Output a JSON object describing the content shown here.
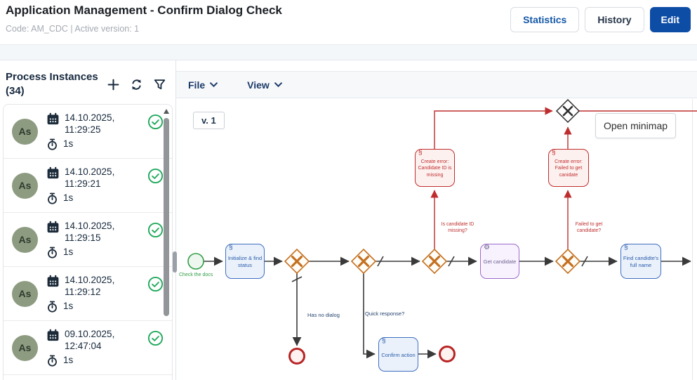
{
  "header": {
    "title": "Application Management - Confirm Dialog Check",
    "subtitle": "Code: AM_CDC | Active version: 1",
    "buttons": {
      "statistics": "Statistics",
      "history": "History",
      "edit": "Edit"
    }
  },
  "sidebar": {
    "title": "Process Instances (34)",
    "instances": [
      {
        "avatar": "As",
        "date": "14.10.2025, 11:29:25",
        "duration": "1s",
        "status": "success"
      },
      {
        "avatar": "As",
        "date": "14.10.2025, 11:29:21",
        "duration": "1s",
        "status": "success"
      },
      {
        "avatar": "As",
        "date": "14.10.2025, 11:29:15",
        "duration": "1s",
        "status": "success"
      },
      {
        "avatar": "As",
        "date": "14.10.2025, 11:29:12",
        "duration": "1s",
        "status": "success"
      },
      {
        "avatar": "As",
        "date": "09.10.2025, 12:47:04",
        "duration": "1s",
        "status": "success"
      }
    ]
  },
  "diagram": {
    "menus": {
      "file": "File",
      "view": "View"
    },
    "version_badge": "v. 1",
    "minimap_button": "Open minimap",
    "nodes": {
      "start_label": "Check the docs",
      "task_init": "Initialize & find status",
      "task_get_candidate": "Get candidate",
      "task_find_name": "Find candidte's full name",
      "task_confirm": "Confirm action",
      "error_candidate_id": "Create error: Candidate ID is missing",
      "error_failed_get": "Create error: Failed to get canidate"
    },
    "edge_labels": {
      "is_candidate_id_missing": "Is candidate ID missing?",
      "failed_to_get_candidate": "Failed to get candidate?",
      "has_no_dialog": "Has no dialog",
      "quick_response": "Quick response?"
    },
    "icons": {
      "script": "§",
      "service": "⚙"
    },
    "colors": {
      "flow": "#3a3a3a",
      "error": "#bf2e2e",
      "gateway": "#c4701f",
      "task_blue": "#3f6fc1",
      "task_purple": "#9a6bcc",
      "start_green": "#2f9e44",
      "primary": "#0d4da6",
      "success": "#1fa95c"
    }
  }
}
